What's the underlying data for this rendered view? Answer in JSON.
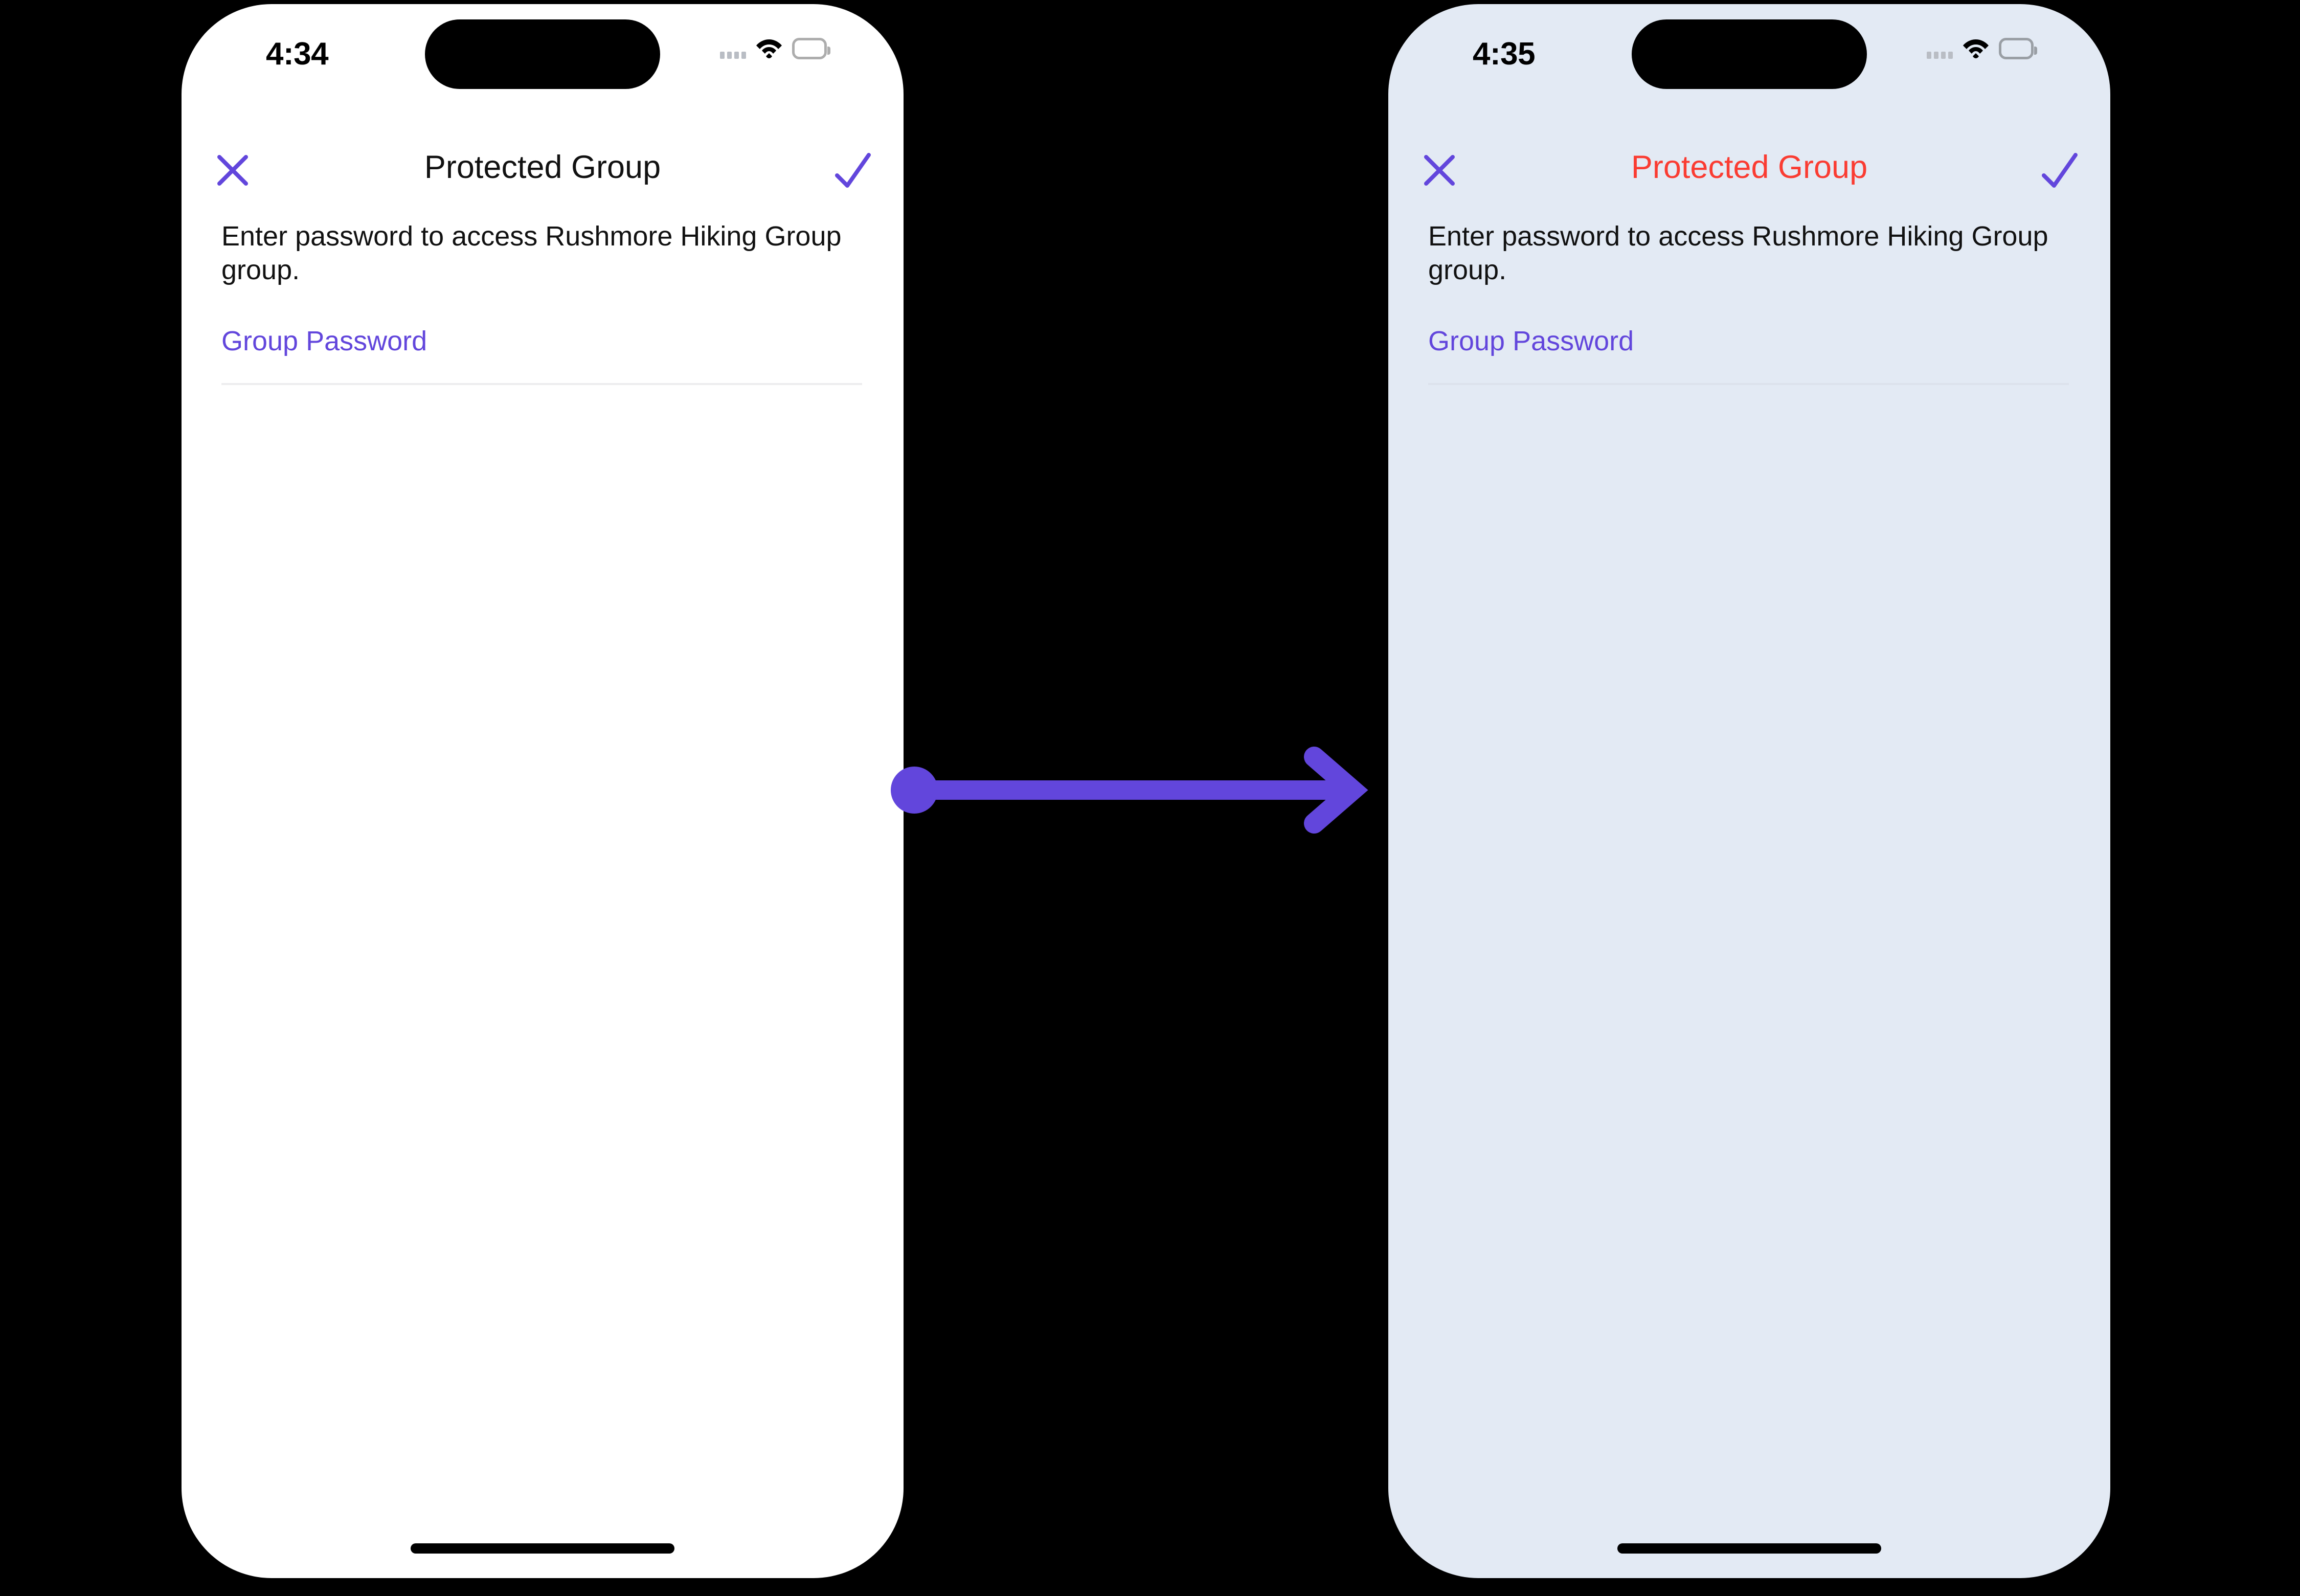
{
  "accent": {
    "purple": "#6246DC",
    "red": "#FA3C32",
    "arrow": "#6246DC",
    "screen_before_bg": "#FFFFFF",
    "screen_after_bg": "#E3EAF4"
  },
  "screens": [
    {
      "id": "before",
      "status_bar": {
        "time": "4:34",
        "cellular_icon": "signal-bars-icon",
        "wifi_icon": "wifi-icon",
        "battery_icon": "battery-full-icon"
      },
      "nav": {
        "close_icon": "close-x-icon",
        "title": "Protected Group",
        "done_icon": "checkmark-icon"
      },
      "body": {
        "description": "Enter password to access Rushmore Hiking Group group.",
        "field_label": "Group Password",
        "field_value": "",
        "field_placeholder": ""
      },
      "home_indicator": "home-indicator"
    },
    {
      "id": "after",
      "status_bar": {
        "time": "4:35",
        "cellular_icon": "signal-bars-icon",
        "wifi_icon": "wifi-icon",
        "battery_icon": "battery-full-icon"
      },
      "nav": {
        "close_icon": "close-x-icon",
        "title": "Protected Group",
        "done_icon": "checkmark-icon"
      },
      "body": {
        "description": "Enter password to access Rushmore Hiking Group group.",
        "field_label": "Group Password",
        "field_value": "",
        "field_placeholder": ""
      },
      "home_indicator": "home-indicator"
    }
  ],
  "transition": {
    "icon": "right-arrow-icon",
    "direction": "left-to-right"
  }
}
